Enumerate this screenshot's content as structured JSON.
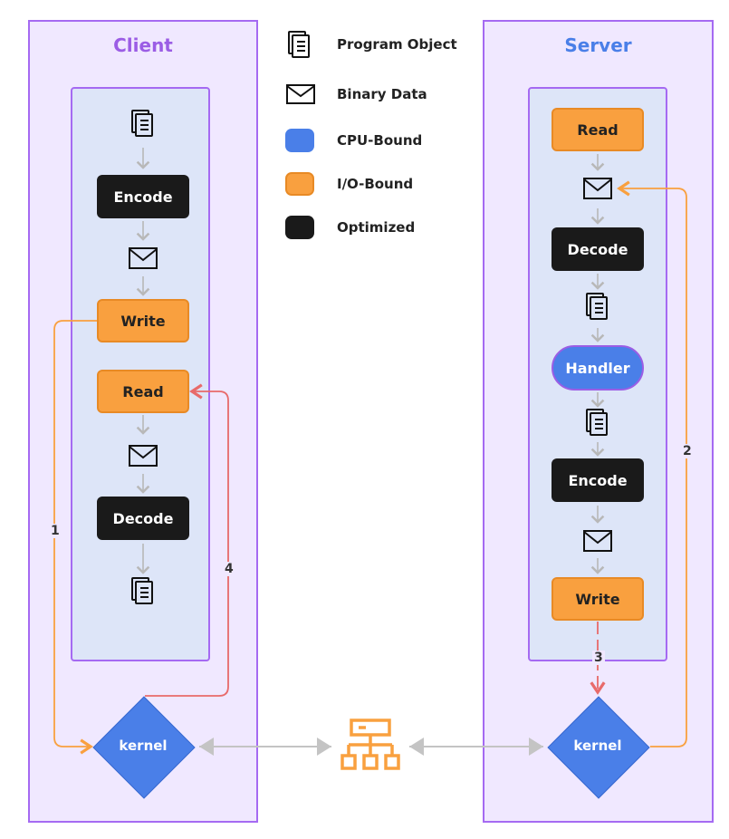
{
  "client": {
    "title": "Client",
    "encode": "Encode",
    "write": "Write",
    "read": "Read",
    "decode": "Decode",
    "kernel": "kernel"
  },
  "server": {
    "title": "Server",
    "read": "Read",
    "decode": "Decode",
    "handler": "Handler",
    "encode": "Encode",
    "write": "Write",
    "kernel": "kernel"
  },
  "legend": {
    "program_object": "Program Object",
    "binary_data": "Binary Data",
    "cpu_bound": "CPU-Bound",
    "io_bound": "I/O-Bound",
    "optimized": "Optimized"
  },
  "edge_labels": {
    "step1": "1",
    "step2": "2",
    "step3": "3",
    "step4": "4"
  },
  "colors": {
    "cpu_bound": "#4a7fe8",
    "io_bound": "#f9a03f",
    "optimized": "#1a1a1a",
    "panel_border": "#a56af2",
    "request_path": "#f9a03f",
    "response_path": "#e86a6a"
  },
  "icons": {
    "program_object": "documents-icon",
    "binary_data": "envelope-icon",
    "network": "network-hierarchy-icon"
  }
}
